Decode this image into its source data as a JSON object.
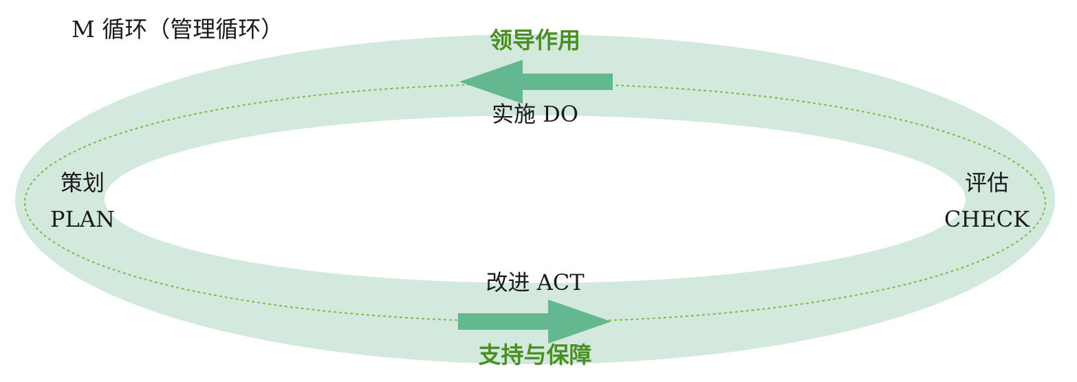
{
  "title": "M 循环（管理循环）",
  "colors": {
    "ring": "#d4e9dd",
    "arrow": "#63b890",
    "dotted": "#7cbc48",
    "green_text": "#4a8f23",
    "text": "#1a1a1a"
  },
  "top": {
    "label": "领导作用",
    "stage": "实施 DO"
  },
  "left": {
    "stage_cn": "策划",
    "stage_en": "PLAN"
  },
  "right": {
    "stage_cn": "评估",
    "stage_en": "CHECK"
  },
  "bottom": {
    "stage": "改进 ACT",
    "label": "支持与保障"
  },
  "arrows": {
    "top_direction": "left",
    "bottom_direction": "right"
  }
}
